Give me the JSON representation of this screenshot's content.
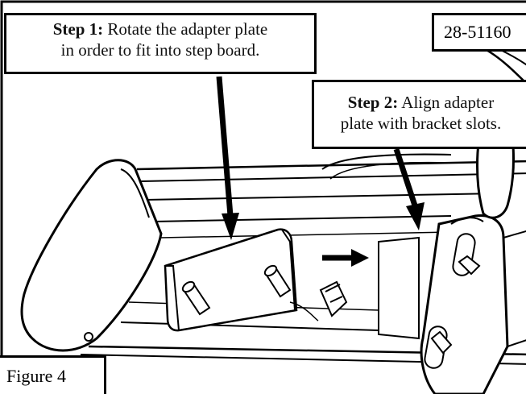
{
  "step1": {
    "label": "Step 1:",
    "text": " Rotate the adapter plate",
    "text2": "in order to fit into step board."
  },
  "step2": {
    "label": "Step 2:",
    "text": " Align adapter",
    "text2": "plate with bracket slots."
  },
  "part_number": "28-51160",
  "figure_label": "Figure 4"
}
